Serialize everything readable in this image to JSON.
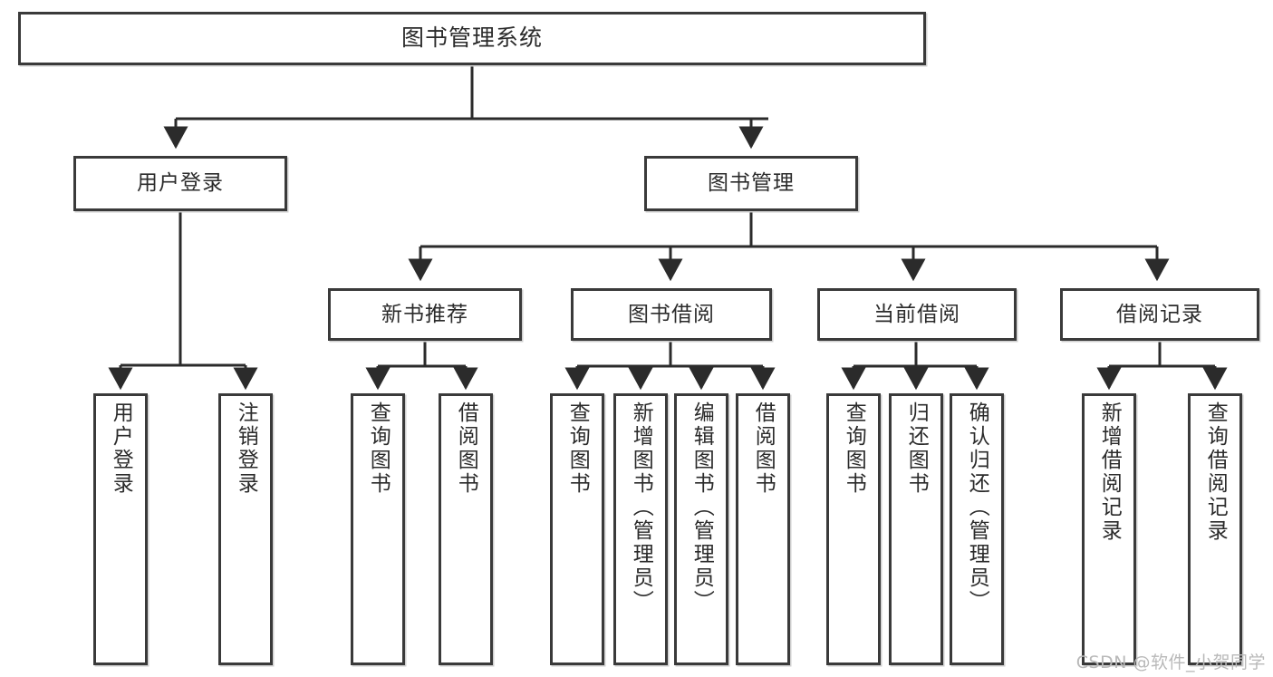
{
  "diagram": {
    "title": "图书管理系统",
    "type": "tree",
    "watermark": "CSDN @软件_小贺同学",
    "colors": {
      "box_border": "#3a3a3a",
      "box_fill": "#ffffff",
      "connector": "#2b2b2b",
      "watermark": "#b9b9b9"
    },
    "root": {
      "id": "root",
      "label": "图书管理系统"
    },
    "level1": [
      {
        "id": "user-login",
        "label": "用户登录"
      },
      {
        "id": "book-manage",
        "label": "图书管理"
      }
    ],
    "level2": [
      {
        "id": "new-book-rec",
        "label": "新书推荐",
        "parent": "book-manage"
      },
      {
        "id": "book-borrow",
        "label": "图书借阅",
        "parent": "book-manage"
      },
      {
        "id": "current-borrow",
        "label": "当前借阅",
        "parent": "book-manage"
      },
      {
        "id": "borrow-record",
        "label": "借阅记录",
        "parent": "book-manage"
      }
    ],
    "leaves": [
      {
        "id": "leaf-user-login",
        "label": "用户登录",
        "parent": "user-login"
      },
      {
        "id": "leaf-logout-login",
        "label": "注销登录",
        "parent": "user-login"
      },
      {
        "id": "leaf-query-book-1",
        "label": "查询图书",
        "parent": "new-book-rec"
      },
      {
        "id": "leaf-borrow-book-1",
        "label": "借阅图书",
        "parent": "new-book-rec"
      },
      {
        "id": "leaf-query-book-2",
        "label": "查询图书",
        "parent": "book-borrow"
      },
      {
        "id": "leaf-add-book",
        "label": "新增图书（管理员）",
        "parent": "book-borrow"
      },
      {
        "id": "leaf-edit-book",
        "label": "编辑图书（管理员）",
        "parent": "book-borrow"
      },
      {
        "id": "leaf-borrow-book-2",
        "label": "借阅图书",
        "parent": "book-borrow"
      },
      {
        "id": "leaf-query-book-3",
        "label": "查询图书",
        "parent": "current-borrow"
      },
      {
        "id": "leaf-return-book",
        "label": "归还图书",
        "parent": "current-borrow"
      },
      {
        "id": "leaf-confirm-return",
        "label": "确认归还（管理员）",
        "parent": "current-borrow"
      },
      {
        "id": "leaf-add-record",
        "label": "新增借阅记录",
        "parent": "borrow-record"
      },
      {
        "id": "leaf-query-record",
        "label": "查询借阅记录",
        "parent": "borrow-record"
      }
    ]
  }
}
